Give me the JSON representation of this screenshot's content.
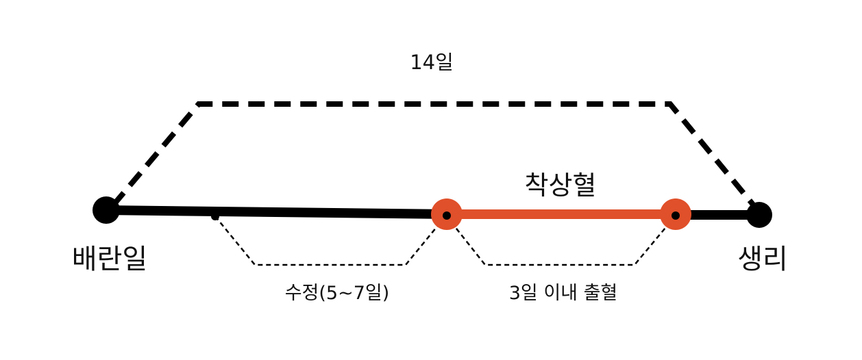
{
  "labels": {
    "total_period": "14일",
    "implantation_bleeding": "착상혈",
    "ovulation_day": "배란일",
    "menstruation": "생리",
    "fertilization": "수정(5~7일)",
    "bleeding_within": "3일 이내 출혈"
  },
  "colors": {
    "timeline": "#000000",
    "highlight": "#e0502a",
    "background": "#ffffff"
  }
}
